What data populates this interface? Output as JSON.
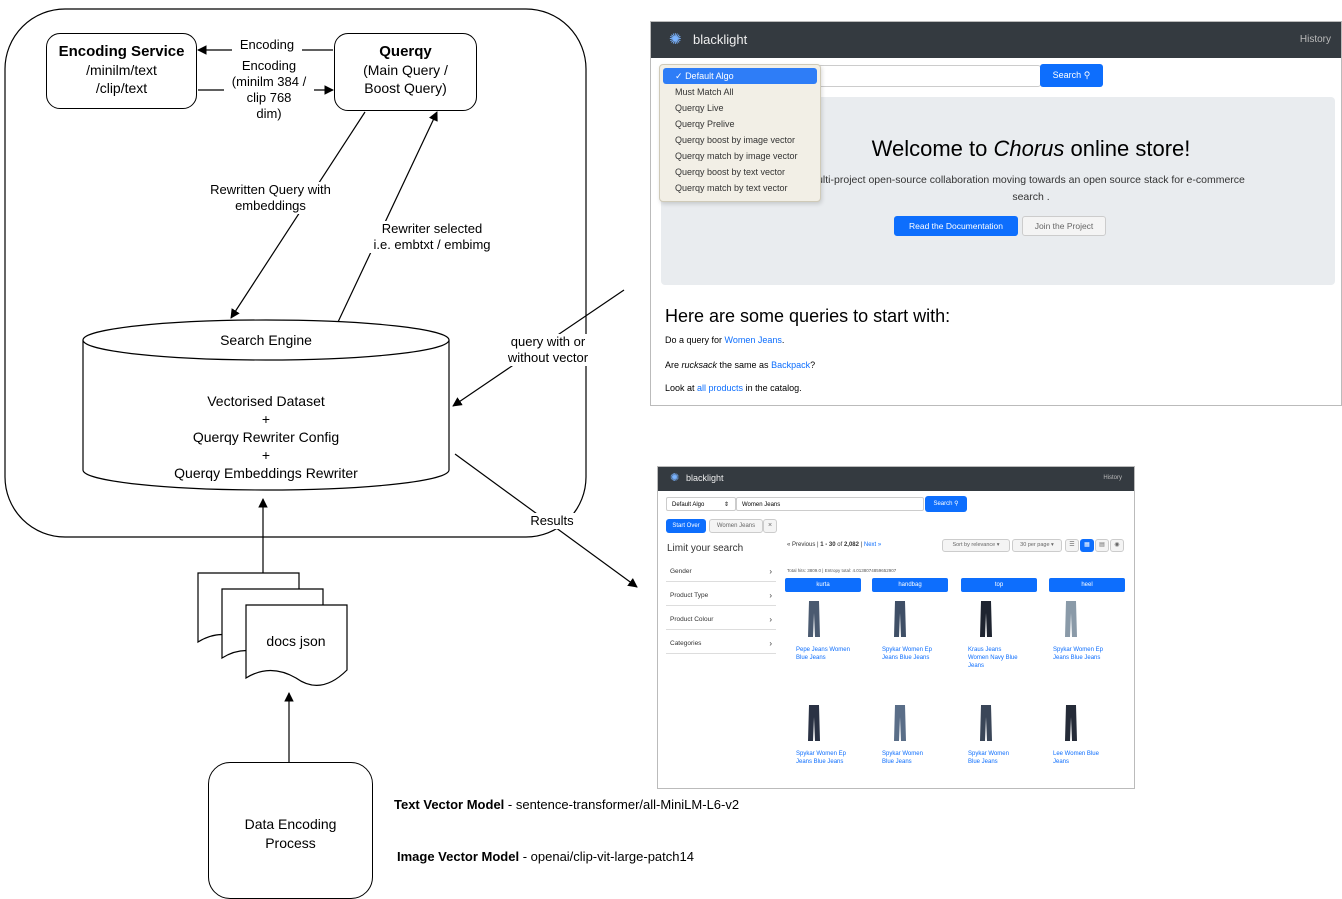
{
  "diagram": {
    "encoding_service": {
      "title": "Encoding Service",
      "line1": "/minilm/text",
      "line2": "/clip/text"
    },
    "querqy": {
      "title": "Querqy",
      "line1": "(Main Query /",
      "line2": "Boost Query)"
    },
    "edges": {
      "encoding_request": "Encoding",
      "encoding_response": [
        "Encoding",
        "(minilm 384 /",
        "clip 768",
        "dim)"
      ],
      "rewritten_query": [
        "Rewritten Query with",
        "embeddings"
      ],
      "rewriter_selected": [
        "Rewriter selected",
        "i.e. embtxt / embimg"
      ],
      "query_with_vector": [
        "query with or",
        "without vector"
      ],
      "results": "Results"
    },
    "search_engine": {
      "title": "Search Engine",
      "lines": [
        "Vectorised Dataset",
        "+",
        "Querqy Rewriter Config",
        "+",
        "Querqy Embeddings Rewriter"
      ]
    },
    "docs": "docs json",
    "data_encoding": [
      "Data Encoding",
      "Process"
    ],
    "models": {
      "text_label": "Text Vector Model",
      "text_value": " - sentence-transformer/all-MiniLM-L6-v2",
      "image_label": "Image Vector Model",
      "image_value": " - openai/clip-vit-large-patch14"
    }
  },
  "screenshot1": {
    "brand": "blacklight",
    "history": "History",
    "search_button": "Search",
    "dropdown_options": [
      "Default Algo",
      "Must Match All",
      "Querqy Live",
      "Querqy Prelive",
      "Querqy boost by image vector",
      "Querqy match by image vector",
      "Querqy boost by text vector",
      "Querqy match by text vector"
    ],
    "welcome_prefix": "Welcome to ",
    "welcome_em": "Chorus",
    "welcome_suffix": " online store!",
    "lead_line1": "ulti-project open-source collaboration moving towards an open source stack for e-commerce",
    "lead_line2": "search .",
    "btn_docs": "Read the Documentation",
    "btn_join": "Join the Project",
    "queries_heading": "Here are some queries to start with:",
    "q1_prefix": "Do a query for ",
    "q1_link": "Women Jeans",
    "q1_suffix": ".",
    "q2_prefix": "Are ",
    "q2_em": "rucksack",
    "q2_mid": " the same as ",
    "q2_link": "Backpack",
    "q2_suffix": "?",
    "q3_prefix": "Look at ",
    "q3_link": "all products",
    "q3_suffix": " in the catalog."
  },
  "screenshot2": {
    "brand": "blacklight",
    "history": "History",
    "algo_select": "Default Algo",
    "query_value": "Women Jeans",
    "search_button": "Search",
    "start_over": "Start Over",
    "constraint": "Women Jeans",
    "constraint_remove": "×",
    "limit_heading": "Limit your search",
    "pagination_prev": "« Previous",
    "pagination_range": "1 - 30",
    "pagination_of": " of ",
    "pagination_total": "2,082",
    "pagination_next": "Next »",
    "sort_select": "Sort by relevance",
    "per_page_select": "30 per page",
    "facets": [
      "Gender",
      "Product Type",
      "Product Colour",
      "Categories"
    ],
    "category_buttons": [
      "kurta",
      "handbag",
      "top",
      "heel"
    ],
    "timing": "Total hits: 3809.0 | Entropy total: 4.0138074859652907",
    "products_row1": [
      [
        "Pepe Jeans Women",
        "Blue Jeans"
      ],
      [
        "Spykar Women Ep",
        "Jeans Blue Jeans"
      ],
      [
        "Kraus Jeans",
        "Women Navy Blue",
        "Jeans"
      ],
      [
        "Spykar Women Ep",
        "Jeans Blue Jeans"
      ]
    ],
    "products_row2": [
      [
        "Spykar Women Ep",
        "Jeans Blue Jeans"
      ],
      [
        "Spykar Women",
        "Blue Jeans"
      ],
      [
        "Spykar Women",
        "Blue Jeans"
      ],
      [
        "Lee Women Blue",
        "Jeans"
      ]
    ]
  }
}
